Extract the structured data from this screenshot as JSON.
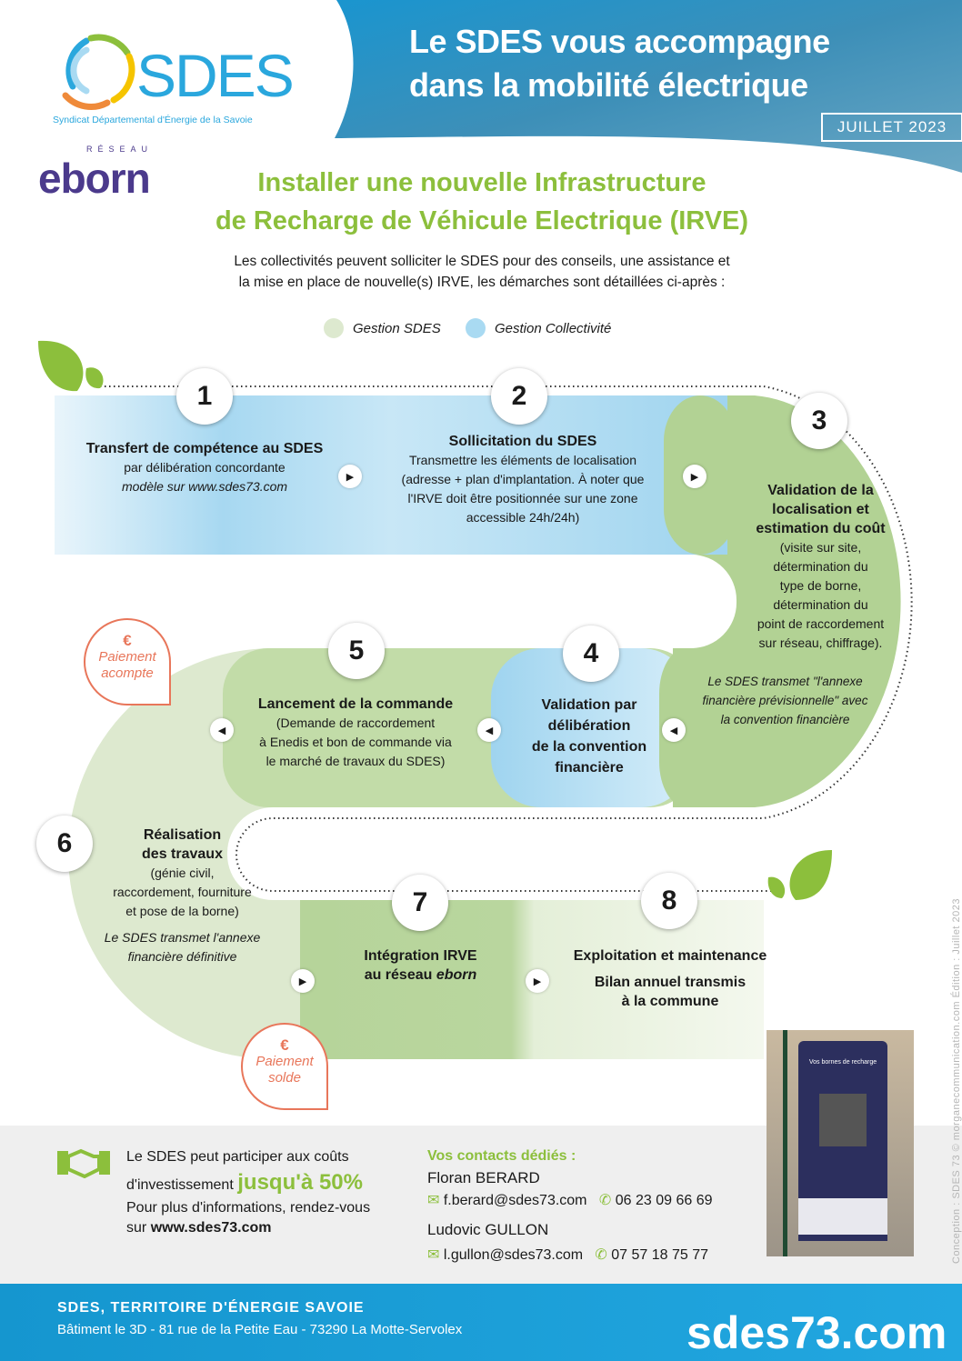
{
  "header": {
    "title_line1": "Le SDES vous accompagne",
    "title_line2": "dans la mobilité électrique",
    "date": "JUILLET 2023",
    "logo_text": "SDES",
    "logo_subtitle": "Syndicat Départemental d'Énergie de la Savoie",
    "partner_logo": "eborn",
    "partner_logo_prefix": "RÉSEAU"
  },
  "intro": {
    "heading_line1": "Installer une nouvelle Infrastructure",
    "heading_line2": "de Recharge de Véhicule Electrique (IRVE)",
    "text_line1": "Les collectivités peuvent solliciter le SDES pour des conseils, une assistance et",
    "text_line2": "la mise en place de nouvelle(s) IRVE, les démarches sont détaillées ci-après :"
  },
  "legend": [
    {
      "label": "Gestion SDES",
      "color": "#cfe3b8"
    },
    {
      "label": "Gestion Collectivité",
      "color": "#a9daf2"
    }
  ],
  "steps": [
    {
      "number": "1",
      "title": "Transfert de compétence au SDES",
      "text": "par délibération concordante",
      "note": "modèle sur www.sdes73.com"
    },
    {
      "number": "2",
      "title": "Sollicitation du SDES",
      "text_lines": [
        "Transmettre les éléments de localisation",
        "(adresse + plan d'implantation. À noter que",
        "l'IRVE doit être positionnée sur une zone",
        "accessible 24h/24h)"
      ]
    },
    {
      "number": "3",
      "title_lines": [
        "Validation de la",
        "localisation et",
        "estimation du coût"
      ],
      "text_lines": [
        "(visite sur site,",
        "détermination du",
        "type de borne,",
        "détermination du",
        "point de raccordement",
        "sur réseau, chiffrage)."
      ],
      "note_lines": [
        "Le SDES transmet \"l'annexe",
        "financière prévisionnelle\" avec",
        "la convention financière"
      ]
    },
    {
      "number": "4",
      "title_lines": [
        "Validation par",
        "délibération",
        "de la convention",
        "financière"
      ]
    },
    {
      "number": "5",
      "title": "Lancement de la commande",
      "text_lines": [
        "(Demande de raccordement",
        "à Enedis et bon de commande via",
        "le marché de travaux du SDES)"
      ]
    },
    {
      "number": "6",
      "title_lines": [
        "Réalisation",
        "des travaux"
      ],
      "text_lines": [
        "(génie civil,",
        "raccordement, fourniture",
        "et pose de la borne)"
      ],
      "note_lines": [
        "Le SDES transmet l'annexe",
        "financière définitive"
      ]
    },
    {
      "number": "7",
      "title_lines": [
        "Intégration IRVE",
        "au réseau"
      ],
      "title_em": "eborn"
    },
    {
      "number": "8",
      "title": "Exploitation et maintenance",
      "subtitle_lines": [
        "Bilan annuel transmis",
        "à la commune"
      ]
    }
  ],
  "payments": [
    {
      "symbol": "€",
      "line1": "Paiement",
      "line2": "acompte"
    },
    {
      "symbol": "€",
      "line1": "Paiement",
      "line2": "solde"
    }
  ],
  "funding": {
    "line1": "Le SDES peut participer aux coûts",
    "line2": "d'investissement",
    "highlight": "jusqu'à 50%",
    "line3": "Pour plus d'informations, rendez-vous",
    "line4_prefix": "sur",
    "link": "www.sdes73.com"
  },
  "contacts": {
    "heading": "Vos contacts dédiés :",
    "people": [
      {
        "name": "Floran BERARD",
        "email": "f.berard@sdes73.com",
        "phone": "06 23 09 66 69"
      },
      {
        "name": "Ludovic GULLON",
        "email": "l.gullon@sdes73.com",
        "phone": "07 57 18 75 77"
      }
    ]
  },
  "photo_caption": "Vos bornes de recharge",
  "credit": "Conception : SDES 73   © morganecommunication.com   Édition : Juillet 2023",
  "footer": {
    "org": "SDES, TERRITOIRE D'ÉNERGIE SAVOIE",
    "address": "Bâtiment le 3D - 81 rue de la Petite Eau  - 73290 La Motte-Servolex",
    "website": "sdes73.com"
  }
}
